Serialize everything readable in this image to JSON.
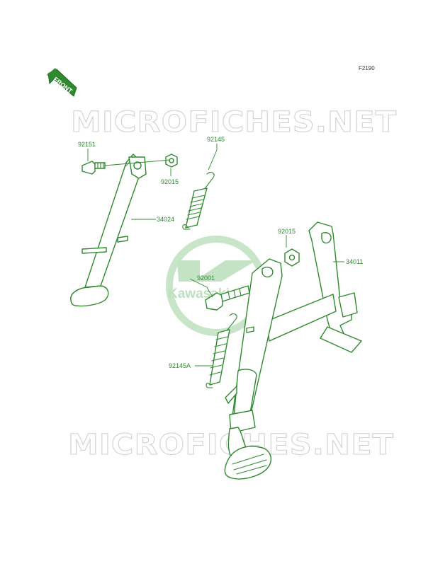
{
  "figure_number": "F2190",
  "front_label": "FRONT",
  "watermark_text": "MICROFICHES.NET",
  "logo_text": "Kawasaki",
  "colors": {
    "ink": "#2f8a2f",
    "watermark": "#cfcfcf",
    "logo": "#c4e2c4"
  },
  "parts": [
    {
      "id": "92151",
      "label": "92151"
    },
    {
      "id": "92015-a",
      "label": "92015"
    },
    {
      "id": "92145",
      "label": "92145"
    },
    {
      "id": "34024",
      "label": "34024"
    },
    {
      "id": "92015-b",
      "label": "92015"
    },
    {
      "id": "34011",
      "label": "34011"
    },
    {
      "id": "92001",
      "label": "92001"
    },
    {
      "id": "92145A",
      "label": "92145A"
    }
  ]
}
